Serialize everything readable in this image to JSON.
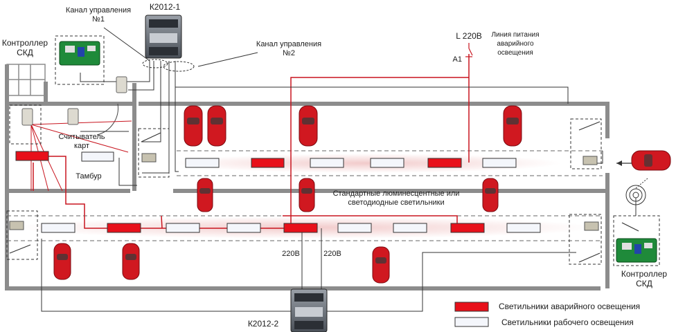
{
  "labels": {
    "k1": "К2012-1",
    "k2": "К2012-2",
    "channel1_line1": "Канал управления",
    "channel1_line2": "№1",
    "channel2_line1": "Канал управления",
    "channel2_line2": "№2",
    "ctrl_left_line1": "Контроллер",
    "ctrl_left_line2": "СКД",
    "ctrl_right_line1": "Контроллер",
    "ctrl_right_line2": "СКД",
    "reader_line1": "Считыватель",
    "reader_line2": "карт",
    "tambur": "Тамбур",
    "power": "L 220В",
    "power_desc_line1": "Линия питания",
    "power_desc_line2": "аварийного",
    "power_desc_line3": "освещения",
    "breaker": "A1",
    "lamps_line1": "Стандартные люминесцентные или",
    "lamps_line2": "светодиодные светильники",
    "v220_left": "220В",
    "v220_right": "220В"
  },
  "legend": {
    "emergency": "Светильники аварийного освещения",
    "working": "Светильники рабочего освещения"
  },
  "colors": {
    "emergency": "#e8101a",
    "emergency_wire": "#c8141e",
    "working_fill": "#f4f6fb",
    "wall": "#8c8c8c",
    "car": "#d01820",
    "light_beam": "#e7a0a0"
  }
}
